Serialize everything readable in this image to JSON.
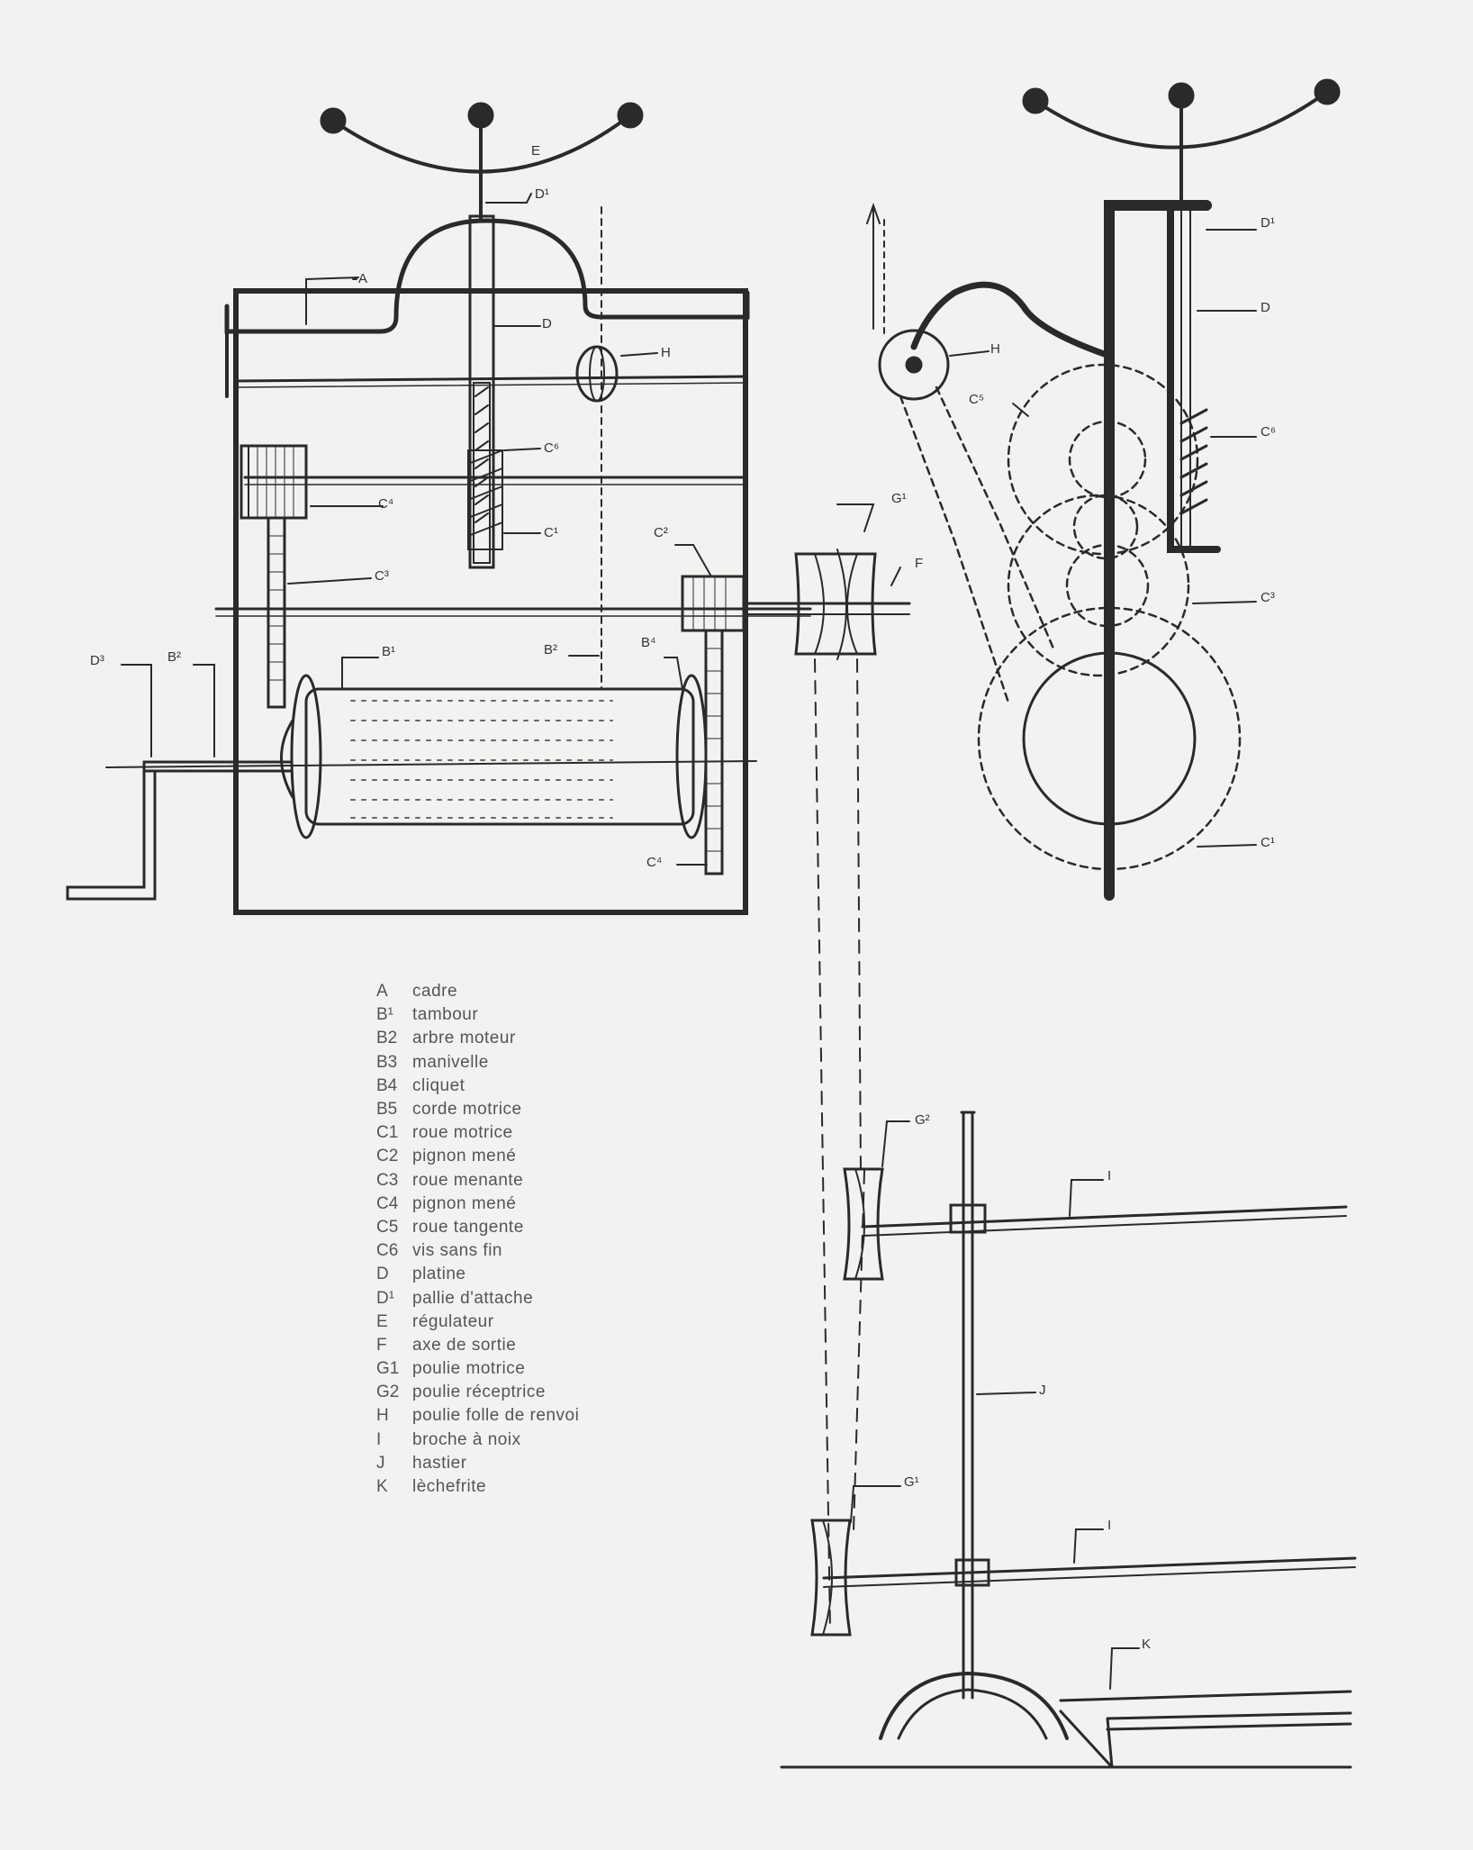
{
  "diagram": {
    "labels": {
      "A": "A",
      "B1": "B¹",
      "B2_top": "B²",
      "B2_left": "B²",
      "B3": "D³",
      "B4": "B⁴",
      "C1_left": "C¹",
      "C1_right": "C¹",
      "C2": "C²",
      "C3_left": "C³",
      "C3_right": "C³",
      "C4_left": "C⁴",
      "C4_gear": "C⁴",
      "C5": "C⁵",
      "C6_left": "C⁶",
      "C6_right": "C⁶",
      "D_left": "D",
      "D_right": "D",
      "D1_left": "D¹",
      "D1_right": "D¹",
      "E": "E",
      "F": "F",
      "G1": "G¹",
      "G2": "G²",
      "G1_bottom": "G¹",
      "H_left": "H",
      "H_right": "H",
      "I_top": "I",
      "I_bottom": "I",
      "J": "J",
      "K": "K"
    }
  },
  "legend": [
    {
      "key": "A",
      "text": "cadre"
    },
    {
      "key": "B¹",
      "text": "tambour"
    },
    {
      "key": "B2",
      "text": "arbre moteur"
    },
    {
      "key": "B3",
      "text": "manivelle"
    },
    {
      "key": "B4",
      "text": "cliquet"
    },
    {
      "key": "B5",
      "text": "corde motrice"
    },
    {
      "key": "C1",
      "text": "roue motrice"
    },
    {
      "key": "C2",
      "text": "pignon mené"
    },
    {
      "key": "C3",
      "text": "roue menante"
    },
    {
      "key": "C4",
      "text": "pignon mené"
    },
    {
      "key": "C5",
      "text": "roue tangente"
    },
    {
      "key": "C6",
      "text": "vis sans fin"
    },
    {
      "key": "D",
      "text": "platine"
    },
    {
      "key": "D¹",
      "text": "pallie d'attache"
    },
    {
      "key": "E",
      "text": "régulateur"
    },
    {
      "key": "F",
      "text": "axe de sortie"
    },
    {
      "key": "G1",
      "text": "poulie motrice"
    },
    {
      "key": "G2",
      "text": "poulie réceptrice"
    },
    {
      "key": "H",
      "text": "poulie folle de renvoi"
    },
    {
      "key": "I",
      "text": "broche à noix"
    },
    {
      "key": "J",
      "text": "hastier"
    },
    {
      "key": "K",
      "text": "lèchefrite"
    }
  ]
}
